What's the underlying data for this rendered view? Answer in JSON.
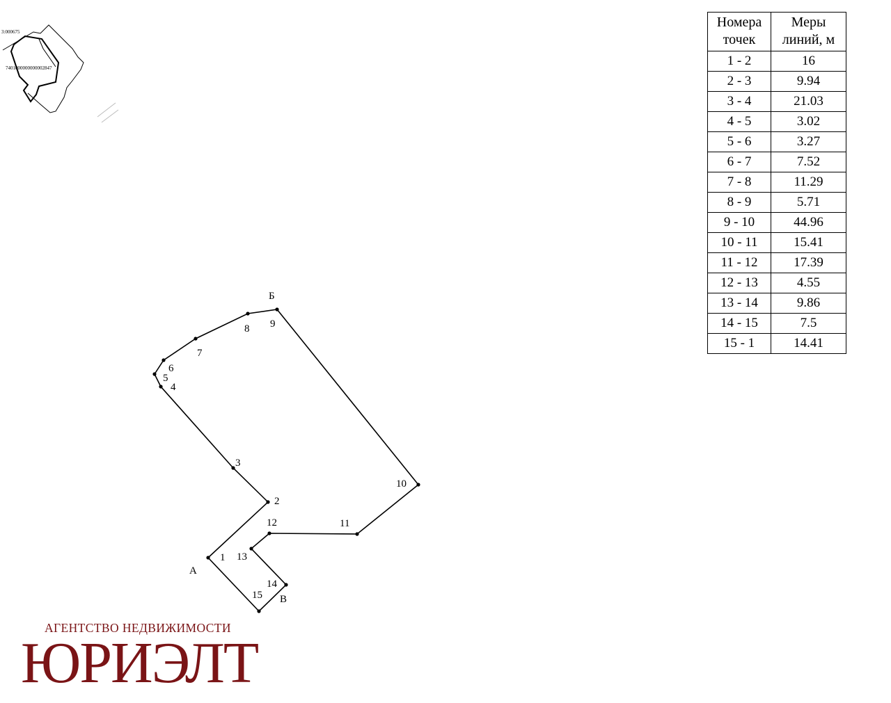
{
  "inset_map": {
    "parcel_label_top": "3:000675",
    "parcel_label_main": "7401000000000002847"
  },
  "plan": {
    "points": [
      {
        "id": "1",
        "label": "1"
      },
      {
        "id": "2",
        "label": "2"
      },
      {
        "id": "3",
        "label": "3"
      },
      {
        "id": "4",
        "label": "4"
      },
      {
        "id": "5",
        "label": "5"
      },
      {
        "id": "6",
        "label": "6"
      },
      {
        "id": "7",
        "label": "7"
      },
      {
        "id": "8",
        "label": "8"
      },
      {
        "id": "9",
        "label": "9"
      },
      {
        "id": "10",
        "label": "10"
      },
      {
        "id": "11",
        "label": "11"
      },
      {
        "id": "12",
        "label": "12"
      },
      {
        "id": "13",
        "label": "13"
      },
      {
        "id": "14",
        "label": "14"
      },
      {
        "id": "15",
        "label": "15"
      }
    ],
    "corner_labels": {
      "a": "А",
      "b": "Б",
      "v": "В"
    }
  },
  "measures_table": {
    "header": {
      "col1_line1": "Номера",
      "col1_line2": "точек",
      "col2_line1": "Меры",
      "col2_line2": "линий, м"
    },
    "rows": [
      {
        "points": "1 - 2",
        "length": "16"
      },
      {
        "points": "2 - 3",
        "length": "9.94"
      },
      {
        "points": "3 - 4",
        "length": "21.03"
      },
      {
        "points": "4 - 5",
        "length": "3.02"
      },
      {
        "points": "5 - 6",
        "length": "3.27"
      },
      {
        "points": "6 - 7",
        "length": "7.52"
      },
      {
        "points": "7 - 8",
        "length": "11.29"
      },
      {
        "points": "8 - 9",
        "length": "5.71"
      },
      {
        "points": "9 - 10",
        "length": "44.96"
      },
      {
        "points": "10 - 11",
        "length": "15.41"
      },
      {
        "points": "11 - 12",
        "length": "17.39"
      },
      {
        "points": "12 - 13",
        "length": "4.55"
      },
      {
        "points": "13 - 14",
        "length": "9.86"
      },
      {
        "points": "14 - 15",
        "length": "7.5"
      },
      {
        "points": "15 - 1",
        "length": "14.41"
      }
    ]
  },
  "agency": {
    "tagline": "АГЕНТСТВО НЕДВИЖИМОСТИ",
    "name": "ЮРИЭЛТ",
    "color": "#7a1416"
  }
}
